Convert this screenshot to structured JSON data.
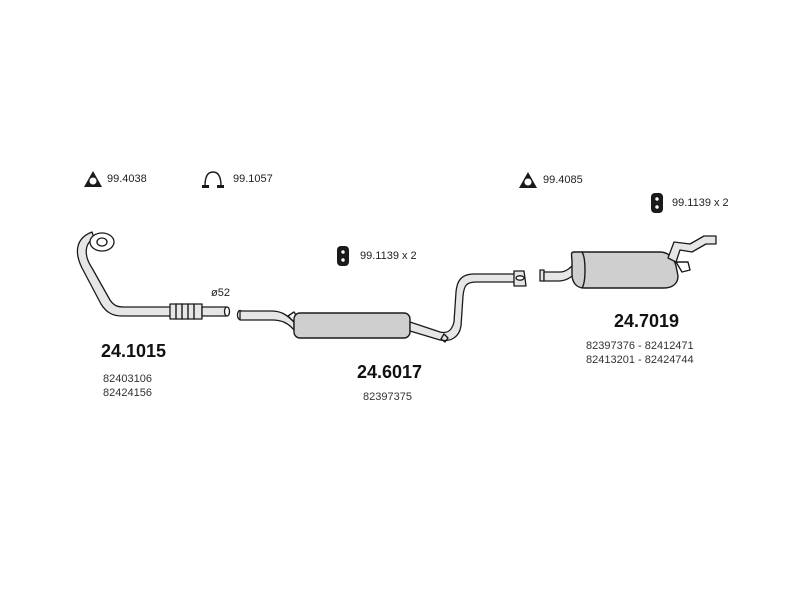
{
  "fittings": [
    {
      "code": "99.4038",
      "icon": "three-bolt-gasket-icon"
    },
    {
      "code": "99.1057",
      "icon": "pipe-clamp-icon"
    },
    {
      "code": "99.4085",
      "icon": "three-bolt-gasket-icon"
    },
    {
      "code": "99.1139 x 2",
      "icon": "rubber-hanger-icon"
    },
    {
      "code": "99.1139 x 2",
      "icon": "rubber-hanger-icon"
    }
  ],
  "pipe_diameter": "ø52",
  "parts": [
    {
      "number": "24.1015",
      "oe_refs": [
        "82403106",
        "82424156"
      ]
    },
    {
      "number": "24.6017",
      "oe_refs": [
        "82397375"
      ]
    },
    {
      "number": "24.7019",
      "oe_refs": [
        "82397376 - 82412471",
        "82413201 - 82424744"
      ]
    }
  ]
}
